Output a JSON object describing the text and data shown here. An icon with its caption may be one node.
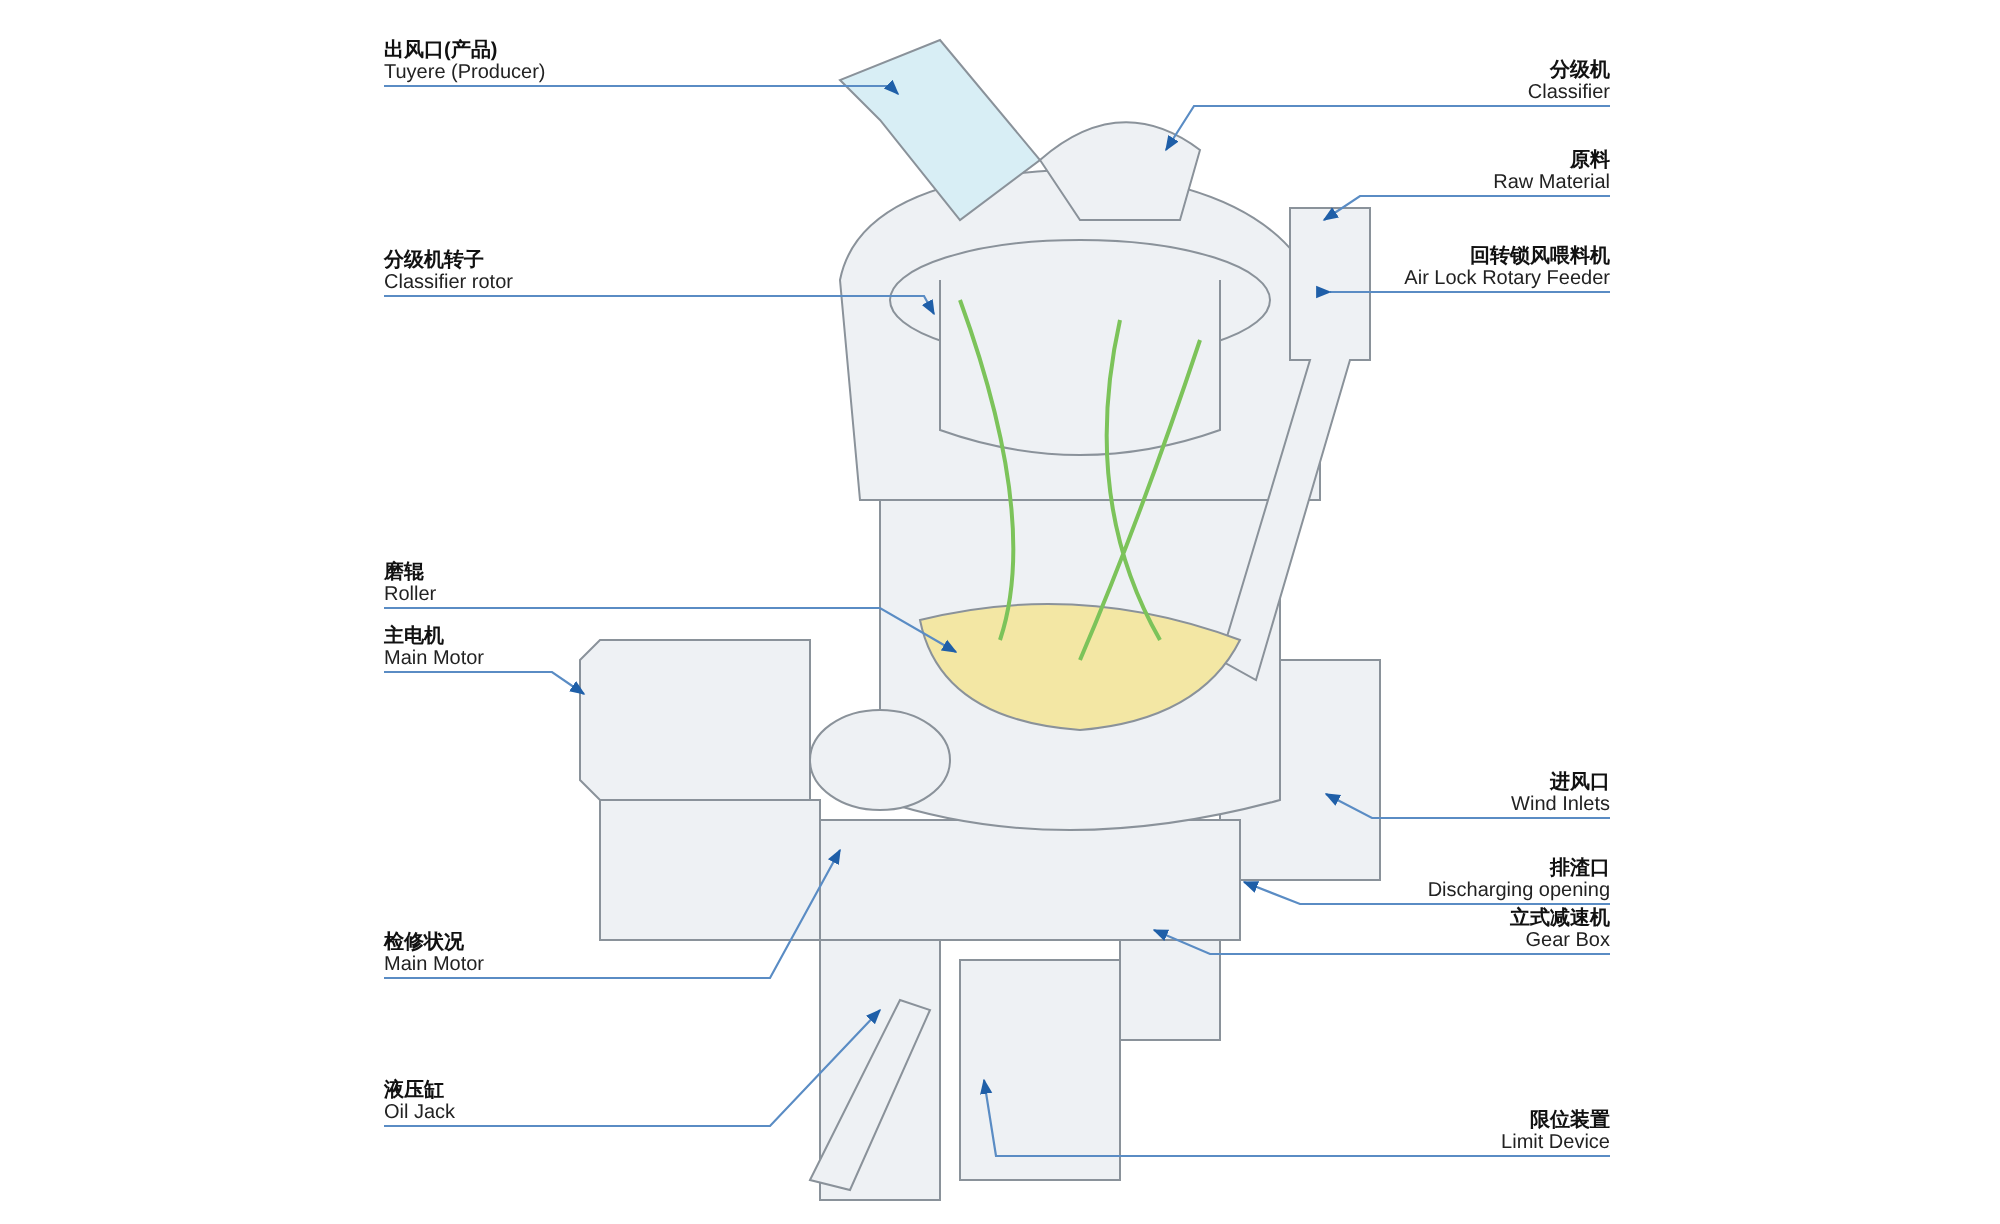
{
  "diagram": {
    "nodes": [
      {
        "text": [
          "出风口(产品)",
          "Tuyere (Producer)"
        ]
      },
      {
        "text": [
          "分级机转子",
          "Classifier rotor"
        ]
      },
      {
        "text": [
          "磨辊",
          "Roller"
        ]
      },
      {
        "text": [
          "主电机",
          "Main Motor"
        ]
      },
      {
        "text": [
          "检修状况",
          "Main Motor"
        ]
      },
      {
        "text": [
          "液压缸",
          "Oil Jack"
        ]
      },
      {
        "text": [
          "分级机",
          "Classifier"
        ]
      },
      {
        "text": [
          "原料",
          "Raw Material"
        ]
      },
      {
        "text": [
          "回转锁风喂料机",
          "Air Lock Rotary Feeder"
        ]
      },
      {
        "text": [
          "进风口",
          "Wind Inlets"
        ]
      },
      {
        "text": [
          "排渣口",
          "Discharging opening"
        ]
      },
      {
        "text": [
          "立式减速机",
          "Gear Box"
        ]
      },
      {
        "text": [
          "限位装置",
          "Limit Device"
        ]
      }
    ],
    "edges": [
      {
        "from": 0,
        "to": null,
        "arrow": "to"
      },
      {
        "from": 1,
        "to": null,
        "arrow": "to"
      },
      {
        "from": 2,
        "to": null,
        "arrow": "to"
      },
      {
        "from": 3,
        "to": null,
        "arrow": "to"
      },
      {
        "from": 4,
        "to": null,
        "arrow": "to"
      },
      {
        "from": 5,
        "to": null,
        "arrow": "to"
      },
      {
        "from": 6,
        "to": null,
        "arrow": "to"
      },
      {
        "from": 7,
        "to": null,
        "arrow": "to"
      },
      {
        "from": 8,
        "to": null,
        "arrow": "to"
      },
      {
        "from": 9,
        "to": null,
        "arrow": "to"
      },
      {
        "from": 10,
        "to": null,
        "arrow": "to"
      },
      {
        "from": 11,
        "to": null,
        "arrow": "to"
      },
      {
        "from": 12,
        "to": null,
        "arrow": "to"
      }
    ]
  }
}
